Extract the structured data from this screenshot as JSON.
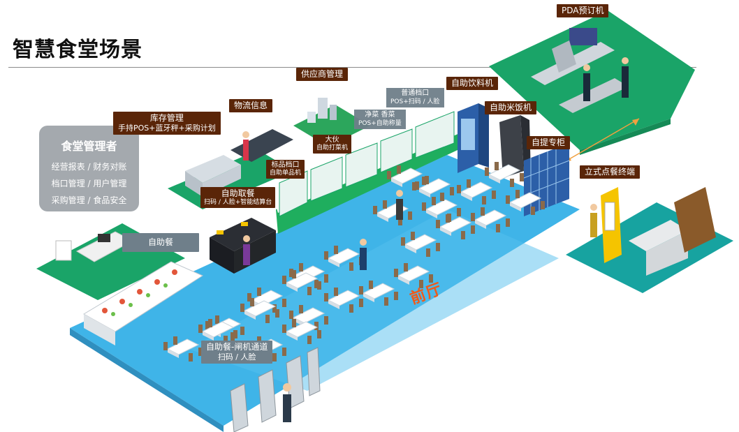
{
  "page_title": "智慧食堂场景",
  "manager_panel": {
    "title": "食堂管理者",
    "lines": [
      "经营报表 / 财务对账",
      "档口管理 / 用户管理",
      "采购管理 / 食品安全"
    ]
  },
  "floor_label": "前厅",
  "labels": {
    "pda_order": "PDA预订机",
    "supplier_mgmt": "供应商管理",
    "logistics": "物流信息",
    "inventory_title": "库存管理",
    "inventory_sub": "手持POS+蓝牙秤+采购计划",
    "normal_stall_title": "普通档口",
    "normal_stall_sub": "POS+扫码 / 人脸",
    "net_veg_title": "净菜 香菜",
    "net_veg_sub": "POS+自助称量",
    "dahuo_title": "大伙",
    "dahuo_sub": "自助打菜机",
    "standard_stall_title": "标品档口",
    "standard_stall_sub": "自助单品机",
    "self_pickup_meal_title": "自助取餐",
    "self_pickup_meal_sub": "扫码 / 人脸+智能结算台",
    "self_drink": "自助饮料机",
    "self_rice": "自助米饭机",
    "self_pickup_cabinet": "自提专柜",
    "standing_terminal": "立式点餐终端",
    "buffet": "自助餐",
    "gate_title": "自助餐-闸机通道",
    "gate_sub": "扫码 / 人脸"
  },
  "colors": {
    "floor_blue": "#3fb4e8",
    "floor_blue_light": "#68c6f0",
    "green_zone": "#1aa468",
    "teal_zone": "#17a3a0",
    "tag_brown": "#5a2508",
    "tag_gray": "#6f7f8a",
    "manager_gray": "#a4a9ae",
    "accent_orange": "#f05a1a"
  }
}
